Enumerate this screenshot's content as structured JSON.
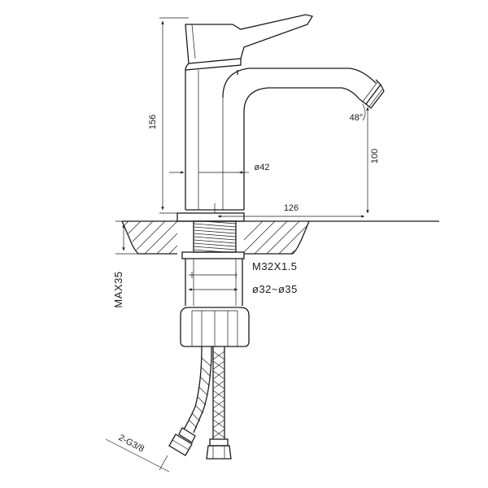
{
  "dimensions": {
    "height_total": "156",
    "spout_height": "100",
    "reach": "126",
    "body_diameter": "ø42",
    "spout_angle": "48°",
    "thread": "M32X1.5",
    "hole_range": "ø32~ø35",
    "max_counter": "MAX35",
    "hose_connector": "2-G3/8"
  },
  "colors": {
    "line": "#1a1a1a",
    "background": "#ffffff"
  }
}
